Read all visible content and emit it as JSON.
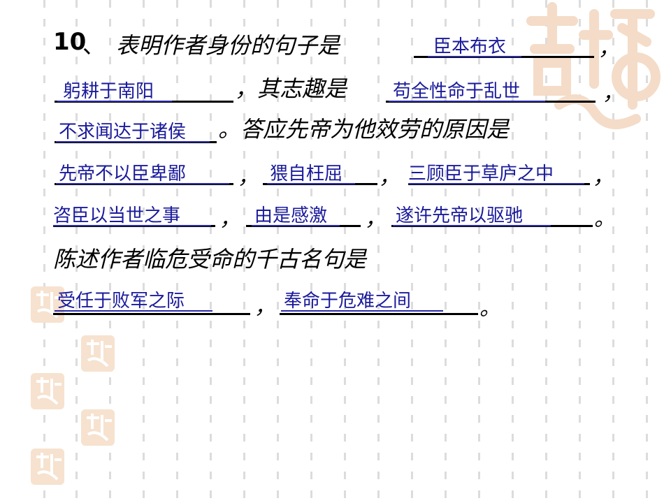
{
  "question": {
    "number": "10",
    "sep": "、",
    "line1": "表明作者身份的句子是",
    "line2_mid": "，其志趣是",
    "line3_tail": "。答应先帝为他效劳的原因是",
    "line6": "陈述作者临危受命的千古名句是",
    "comma": "，",
    "period": "。"
  },
  "answers": {
    "a1": "臣本布衣",
    "a2": "躬耕于南阳",
    "a3": "苟全性命于乱世",
    "a4": "不求闻达于诸侯",
    "a5": "先帝不以臣卑鄙",
    "a6": "猥自枉屈",
    "a7": "三顾臣于草庐之中",
    "a8": "咨臣以当世之事",
    "a9": "由是感激",
    "a10": "遂许先帝以驱驰",
    "a11": "受任于败军之际",
    "a12": "奉命于危难之间"
  }
}
